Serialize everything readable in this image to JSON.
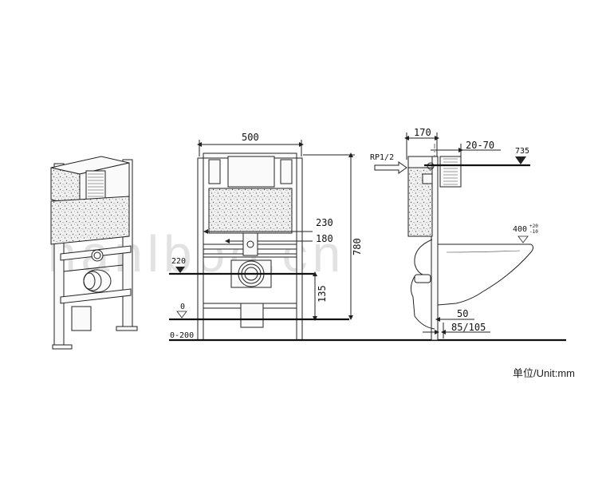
{
  "watermark": "nanlboo.cn",
  "units": {
    "label": "单位/Unit:mm"
  },
  "front_view": {
    "width_dim": "500",
    "height_dim": "780",
    "dim_230": "230",
    "dim_180": "180",
    "dim_135": "135",
    "level_220": "220",
    "level_0": "0",
    "level_0_200": "0-200"
  },
  "side_view": {
    "depth_dim": "170",
    "dim_20_70": "20-70",
    "pipe_label": "RP1/2",
    "level_735": "735",
    "level_400": "400",
    "tol_plus": "+20",
    "tol_minus": "-10",
    "dim_50": "50",
    "dim_85_105": "85/105"
  },
  "colors": {
    "line": "#222222",
    "background": "#ffffff",
    "watermark": "#e2e2e2"
  }
}
